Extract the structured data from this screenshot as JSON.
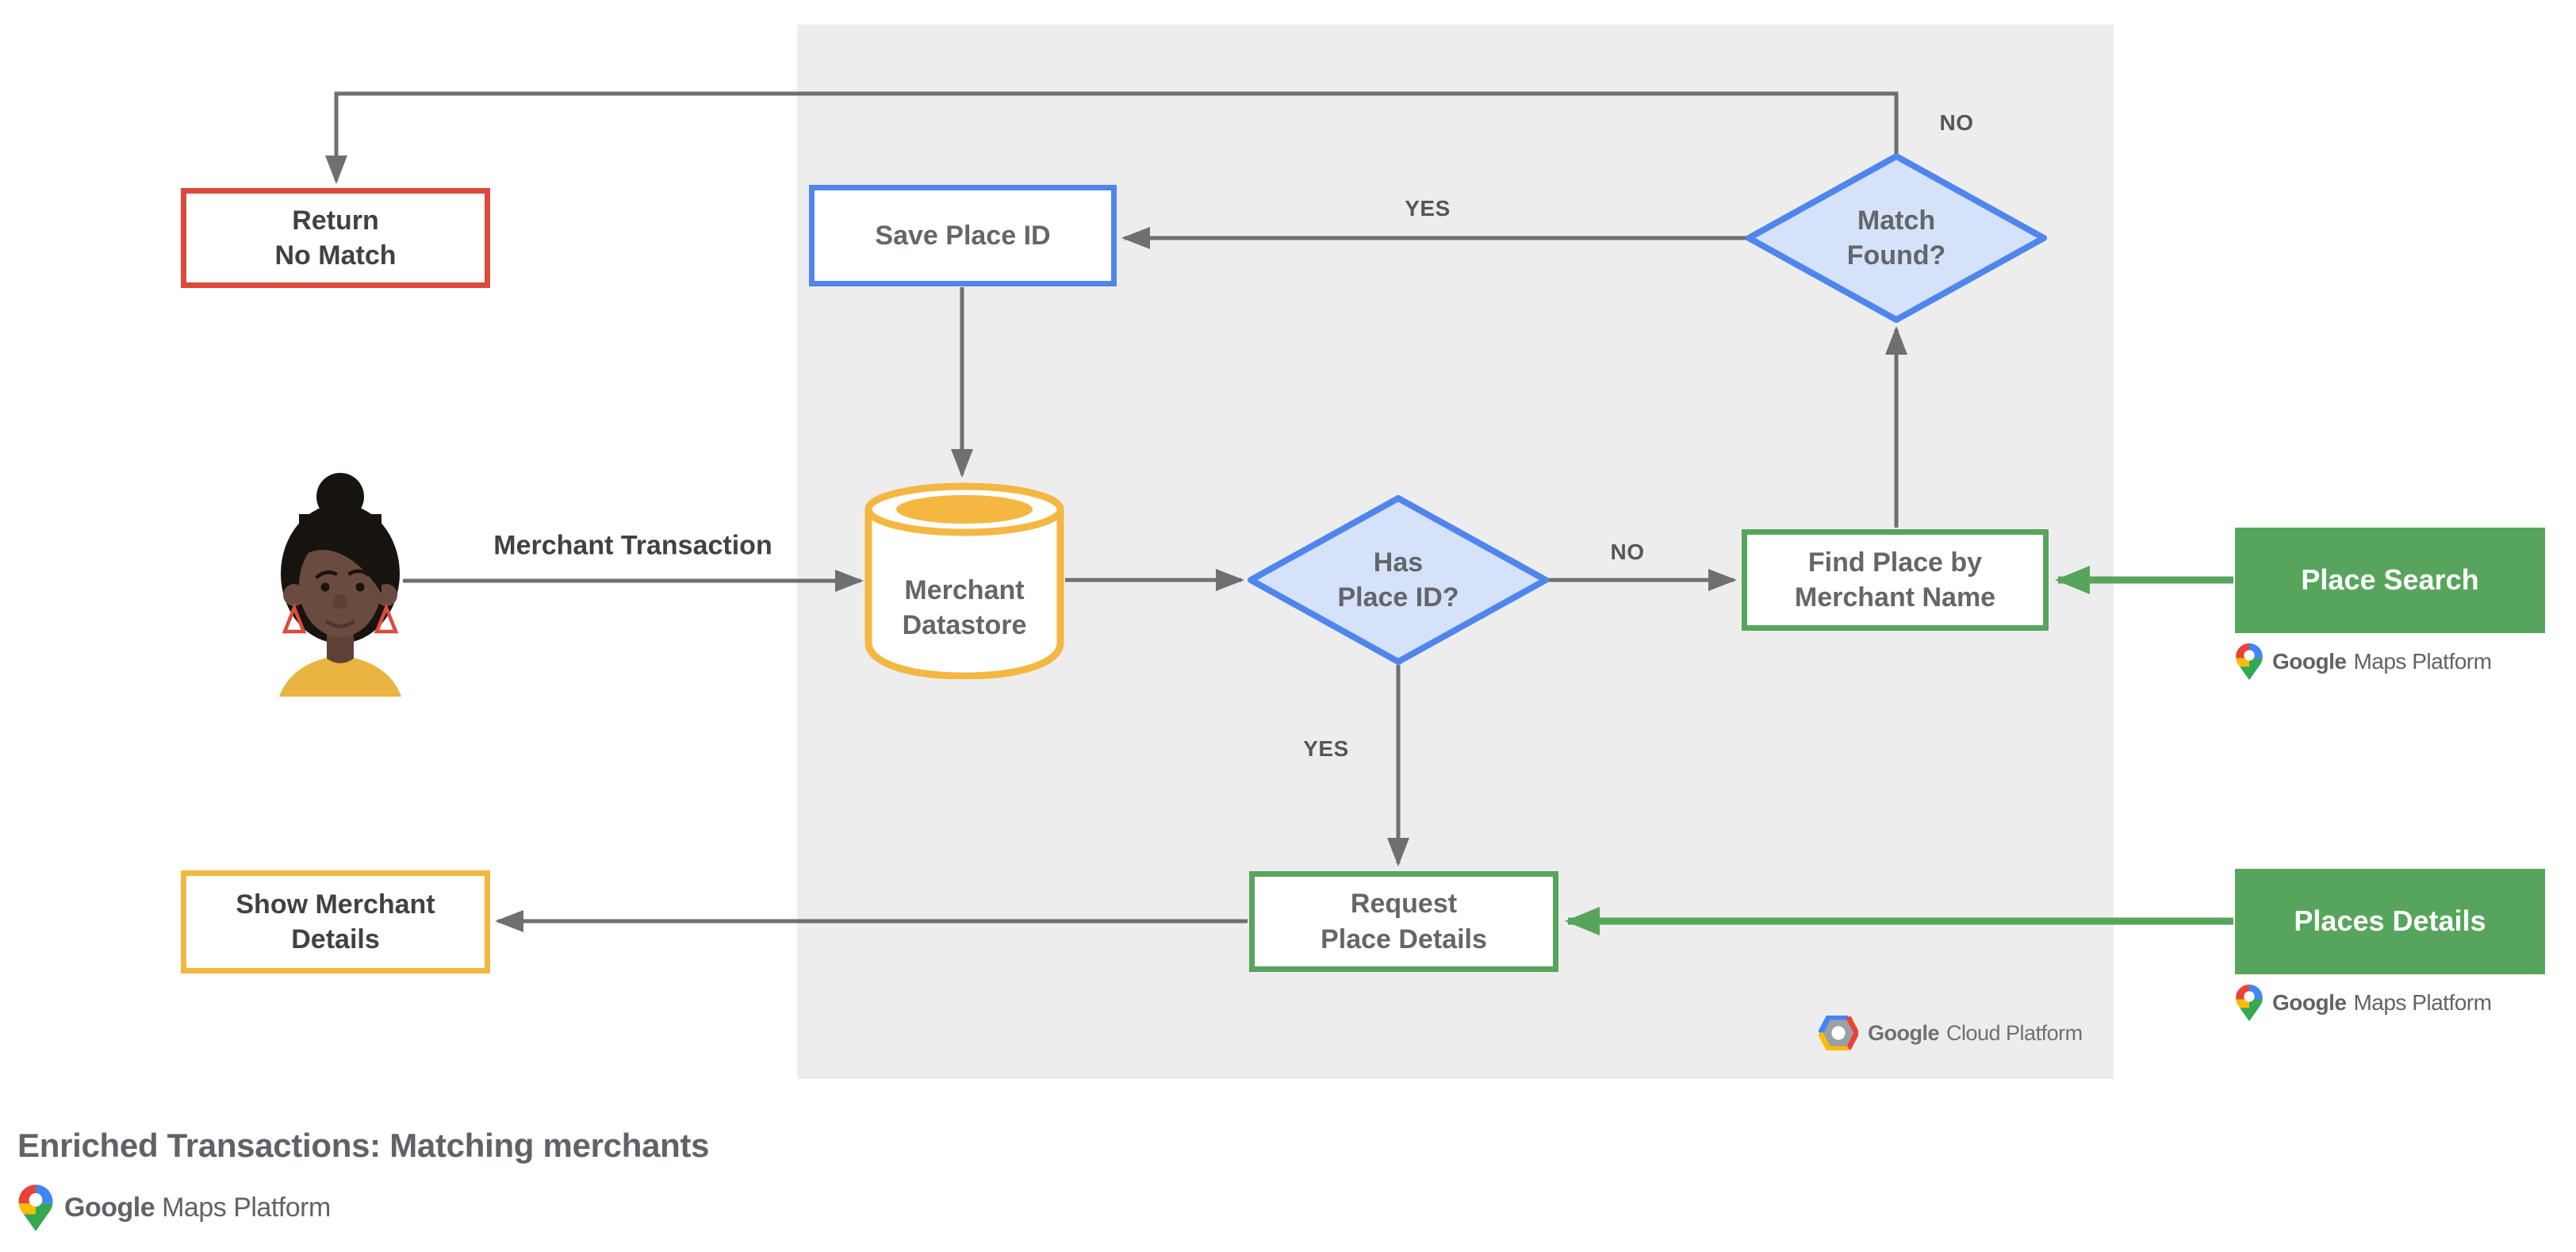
{
  "title": "Enriched Transactions: Matching merchants",
  "nodes": {
    "return_no_match": {
      "label": "Return\nNo Match"
    },
    "save_place_id": {
      "label": "Save Place ID"
    },
    "match_found": {
      "label": "Match\nFound?"
    },
    "merchant_datastore": {
      "label": "Merchant\nDatastore"
    },
    "has_place_id": {
      "label": "Has\nPlace ID?"
    },
    "find_place_by_merchant_name": {
      "label": "Find Place by\nMerchant Name"
    },
    "place_search": {
      "label": "Place Search"
    },
    "request_place_details": {
      "label": "Request\nPlace Details"
    },
    "show_merchant_details": {
      "label": "Show Merchant\nDetails"
    },
    "places_details": {
      "label": "Places Details"
    }
  },
  "edge_labels": {
    "match_found_no": "NO",
    "match_found_yes": "YES",
    "has_place_id_no": "NO",
    "has_place_id_yes": "YES",
    "merchant_transaction": "Merchant Transaction"
  },
  "logos": {
    "google": "Google",
    "maps_platform": "Maps Platform",
    "cloud_platform": "Cloud Platform"
  },
  "colors": {
    "red": "#DB4A3C",
    "blue_border": "#5086EC",
    "blue_fill": "#D5E2FA",
    "green": "#57A55C",
    "yellow": "#F3B742",
    "line_gray": "#6D6F71",
    "panel_bg": "#EDEDED",
    "text_dark": "#3F4245",
    "text_gray": "#5F6368",
    "label_gray": "#63666A",
    "edge_label": "#54575A",
    "google_red": "#EA4335",
    "google_blue": "#4285F4",
    "google_yellow": "#FBBC04",
    "google_green": "#34A853",
    "hex_gray": "#9AA0A6"
  }
}
